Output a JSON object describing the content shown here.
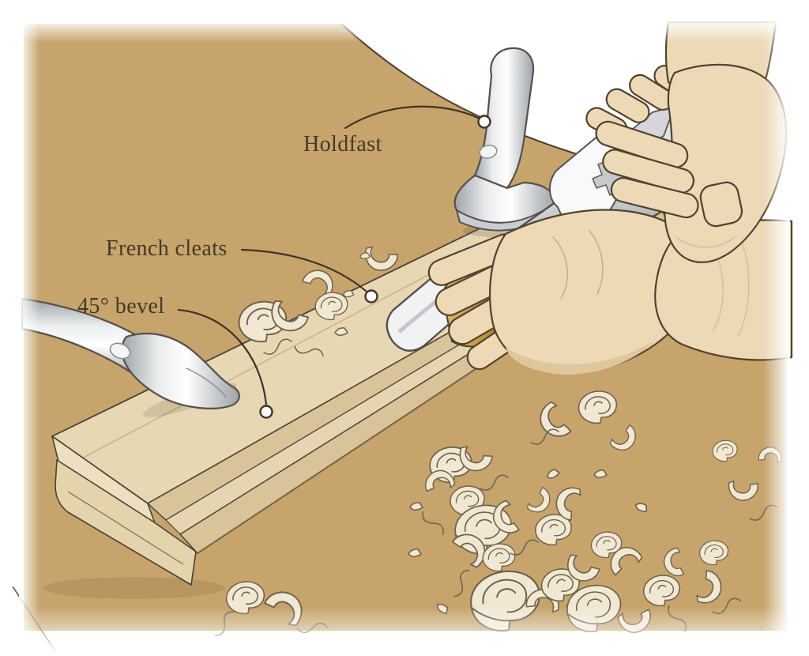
{
  "figure": {
    "callouts": {
      "holdfast": {
        "text": "Holdfast"
      },
      "french_cleats": {
        "text": "French cleats"
      },
      "bevel": {
        "text": "45° bevel"
      }
    },
    "palette": {
      "background": "#FFFFFF",
      "benchtop": "#C6A46C",
      "board_face": "#E8D7B3",
      "board_bevel": "#D9C399",
      "shaving_fill": "#F1E8D3",
      "shaving_outline": "#6F614C",
      "skin": "#EDD9B5",
      "skin_shadow": "#DFC79D",
      "metal_light": "#F5F6F7",
      "metal_mid": "#C9CCD0",
      "metal_dark": "#A8ABAF",
      "handle_wood": "#C59A41",
      "outline": "#4A4134",
      "label_text": "#443927",
      "leader_line": "#3F3426",
      "marker_fill": "#FFFFFF"
    }
  }
}
